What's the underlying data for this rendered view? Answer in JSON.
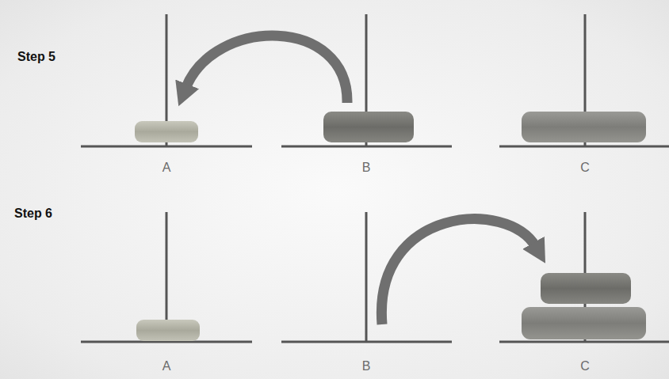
{
  "diagram": {
    "labels": [
      "Step 5",
      "A",
      "B",
      "C",
      "Step 6",
      "A",
      "B",
      "C"
    ]
  }
}
